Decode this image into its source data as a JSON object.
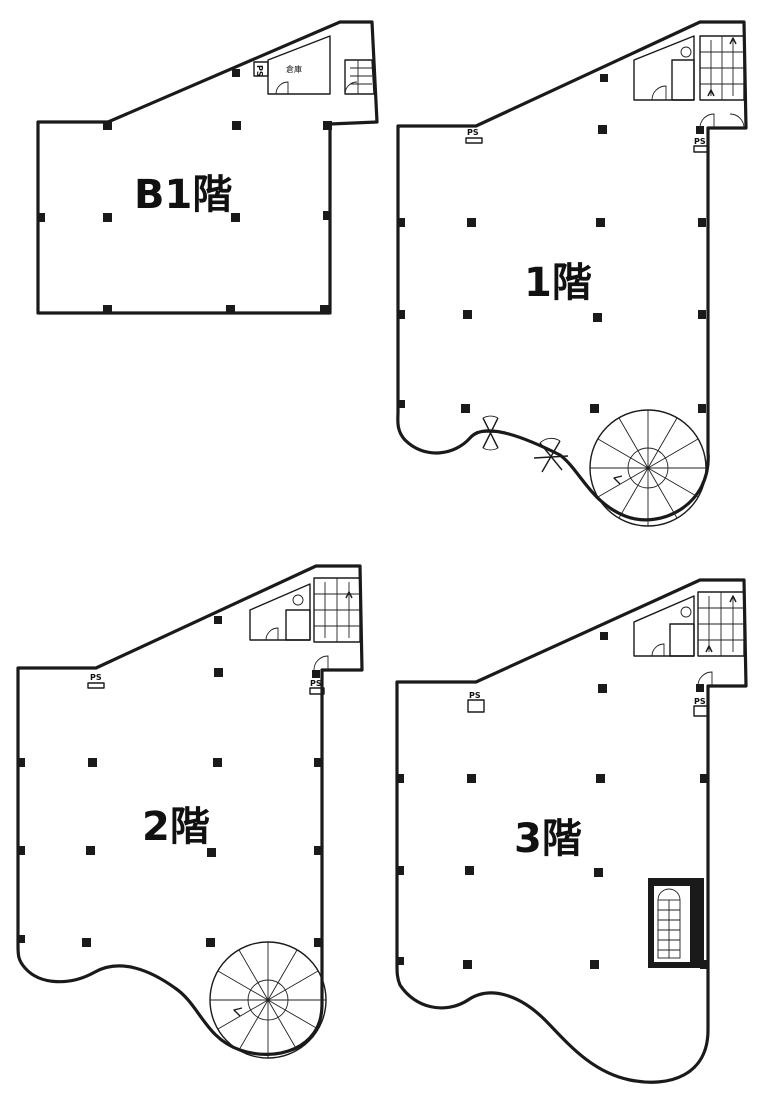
{
  "floors": {
    "b1": {
      "label": "B1階",
      "room_label": "倉庫",
      "ps_label": "PS"
    },
    "f1": {
      "label": "1階",
      "ps_labels": [
        "PS",
        "PS"
      ]
    },
    "f2": {
      "label": "2階",
      "ps_labels": [
        "PS",
        "PS"
      ]
    },
    "f3": {
      "label": "3階",
      "ps_labels": [
        "PS",
        "PS"
      ]
    }
  }
}
